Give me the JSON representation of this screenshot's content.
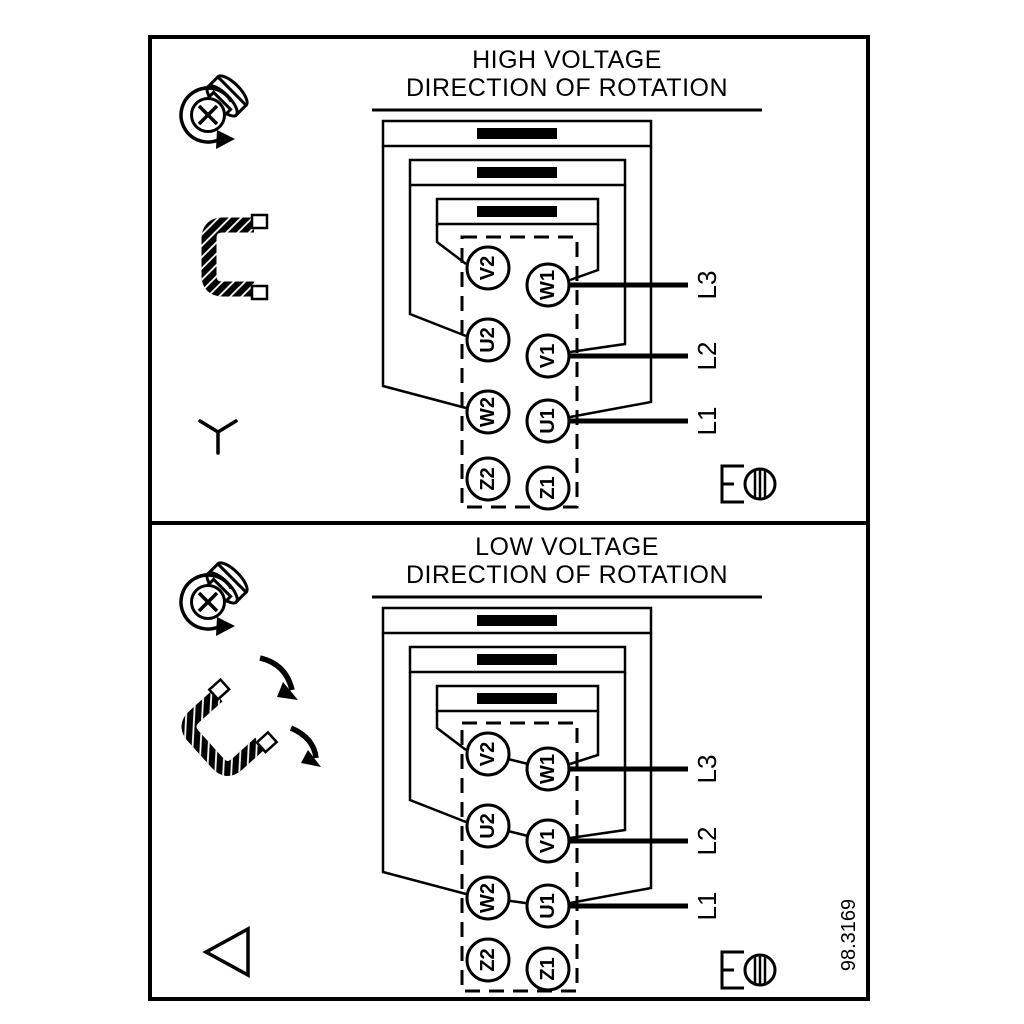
{
  "colors": {
    "ink": "#000000",
    "paper": "#ffffff"
  },
  "figure_number": "98.3169",
  "panels": {
    "high": {
      "title_line1": "HIGH VOLTAGE",
      "title_line2": "DIRECTION OF ROTATION",
      "terminals": [
        "V2",
        "W1",
        "U2",
        "V1",
        "W2",
        "U1",
        "Z2",
        "Z1"
      ],
      "phase_labels": [
        "L3",
        "L2",
        "L1"
      ],
      "jumper_bars": 3,
      "icons": [
        "screw-rotation-icon",
        "jumper-bracket-icon",
        "star-connection-icon",
        "ground-terminal-icon"
      ]
    },
    "low": {
      "title_line1": "LOW VOLTAGE",
      "title_line2": "DIRECTION OF ROTATION",
      "terminals": [
        "V2",
        "W1",
        "U2",
        "V1",
        "W2",
        "U1",
        "Z2",
        "Z1"
      ],
      "phase_labels": [
        "L3",
        "L2",
        "L1"
      ],
      "jumper_bars": 3,
      "icons": [
        "screw-rotation-icon",
        "jumper-bracket-moved-icon",
        "delta-connection-icon",
        "ground-terminal-icon"
      ]
    }
  }
}
